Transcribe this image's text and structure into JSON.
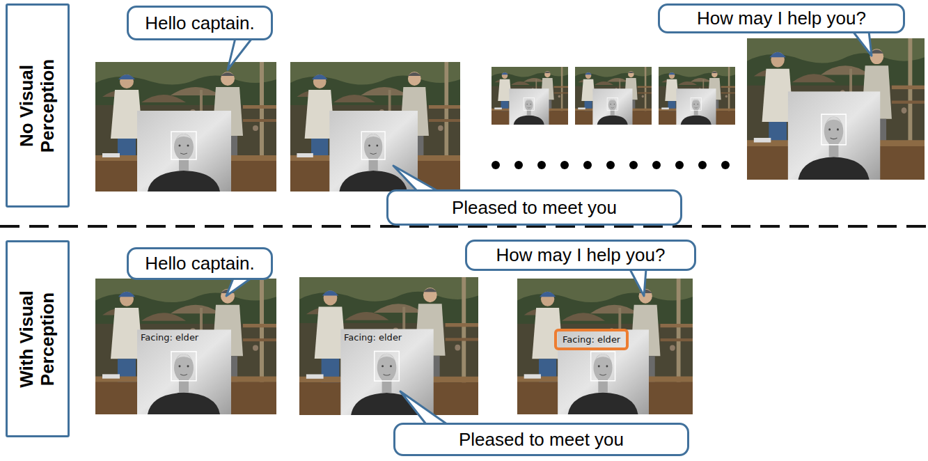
{
  "diagram": {
    "nodes": [
      {
        "text": [
          "No Visual Perception"
        ]
      },
      {
        "text": [
          "Hello captain."
        ]
      },
      {
        "text": [
          "How may I help you?"
        ]
      },
      {
        "text": [
          "Pleased to meet you"
        ]
      },
      {
        "text": [
          "With Visual Perception"
        ]
      },
      {
        "text": [
          "Hello captain."
        ]
      },
      {
        "text": [
          "How may I help you?"
        ]
      },
      {
        "text": [
          "Facing: elder"
        ]
      },
      {
        "text": [
          "Pleased to meet you"
        ]
      }
    ],
    "labels": [
      "Facing: elder",
      "Facing: elder"
    ]
  }
}
